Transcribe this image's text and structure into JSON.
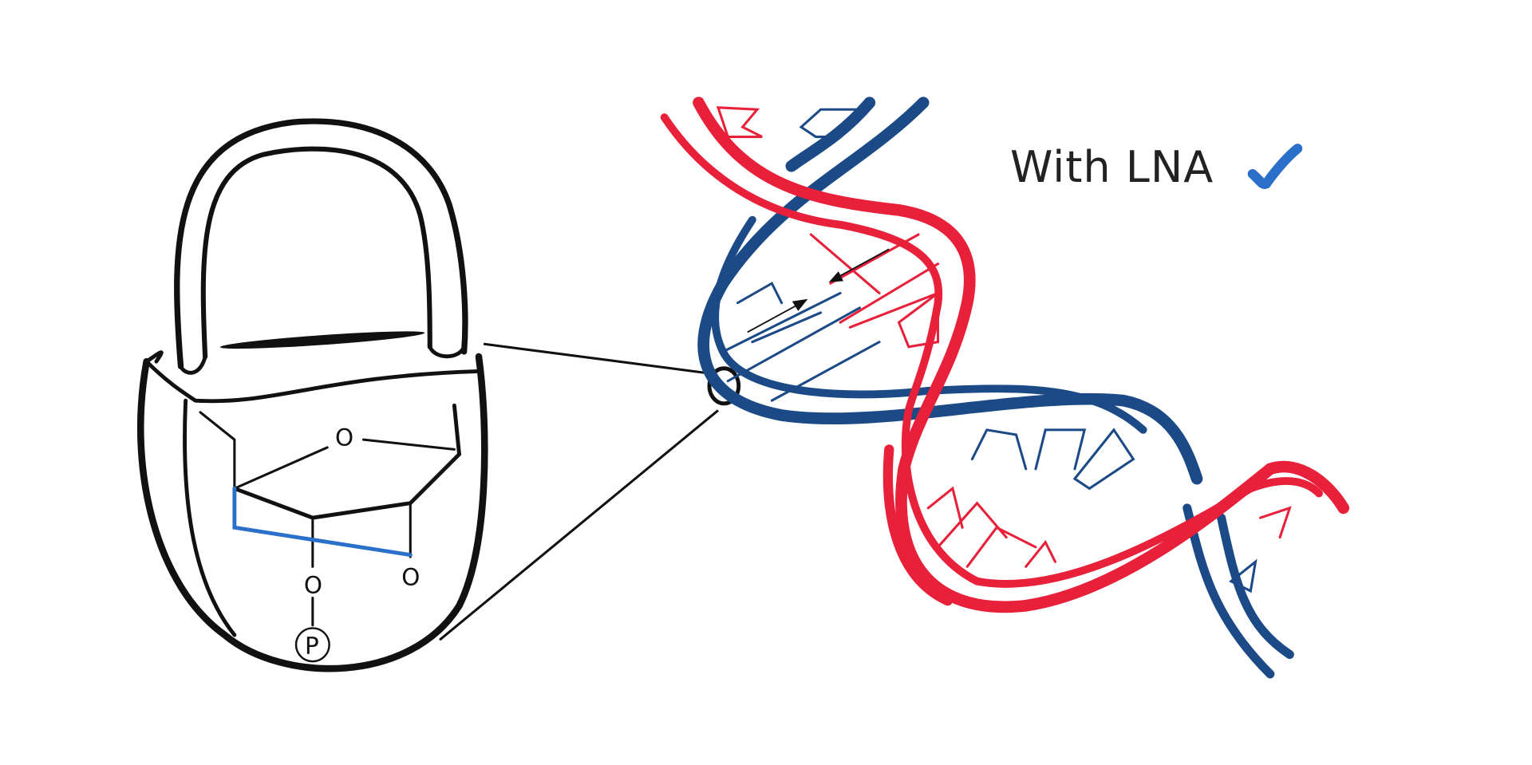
{
  "label": {
    "text": "With LNA",
    "check_icon": "checkmark"
  },
  "molecule": {
    "ring_oxygen": "O",
    "bridge_oxygen": "O",
    "phosphate_oxygen": "O",
    "phosphate": "P"
  },
  "colors": {
    "strand_red": "#e8203a",
    "strand_blue": "#1b4a86",
    "bridge_blue": "#2a6fc9",
    "ink": "#111111"
  }
}
